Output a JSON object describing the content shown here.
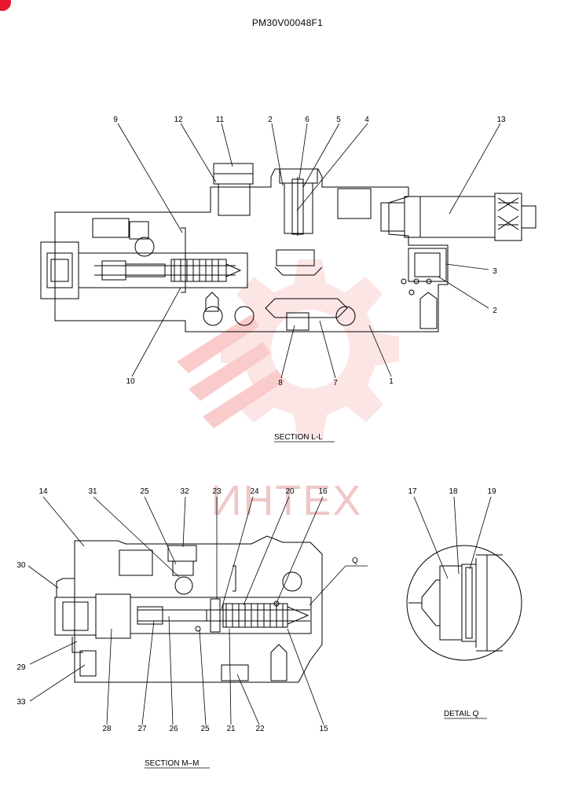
{
  "document": {
    "id": "PM30V00048F1"
  },
  "sections": {
    "ll": {
      "title": "SECTION  L-L",
      "callouts": {
        "c9": "9",
        "c12": "12",
        "c11": "11",
        "c2a": "2",
        "c6": "6",
        "c5": "5",
        "c4": "4",
        "c13": "13",
        "c3": "3",
        "c2b": "2",
        "c10": "10",
        "c8": "8",
        "c7": "7",
        "c1": "1"
      }
    },
    "mm": {
      "title": "SECTION  M–M",
      "callouts": {
        "c14": "14",
        "c31": "31",
        "c25a": "25",
        "c32": "32",
        "c23": "23",
        "c24": "24",
        "c20": "20",
        "c16": "16",
        "cQ": "Q",
        "c30": "30",
        "c29": "29",
        "c33": "33",
        "c28": "28",
        "c27": "27",
        "c26": "26",
        "c25b": "25",
        "c21": "21",
        "c22": "22",
        "c15": "15"
      }
    },
    "detail_q": {
      "title": "DETAIL  Q",
      "callouts": {
        "c17": "17",
        "c18": "18",
        "c19": "19"
      }
    }
  },
  "watermark": {
    "text": "ИНТЕХ",
    "color": "#f26d6d"
  },
  "colors": {
    "line": "#000000",
    "marker": "#e8162e"
  }
}
